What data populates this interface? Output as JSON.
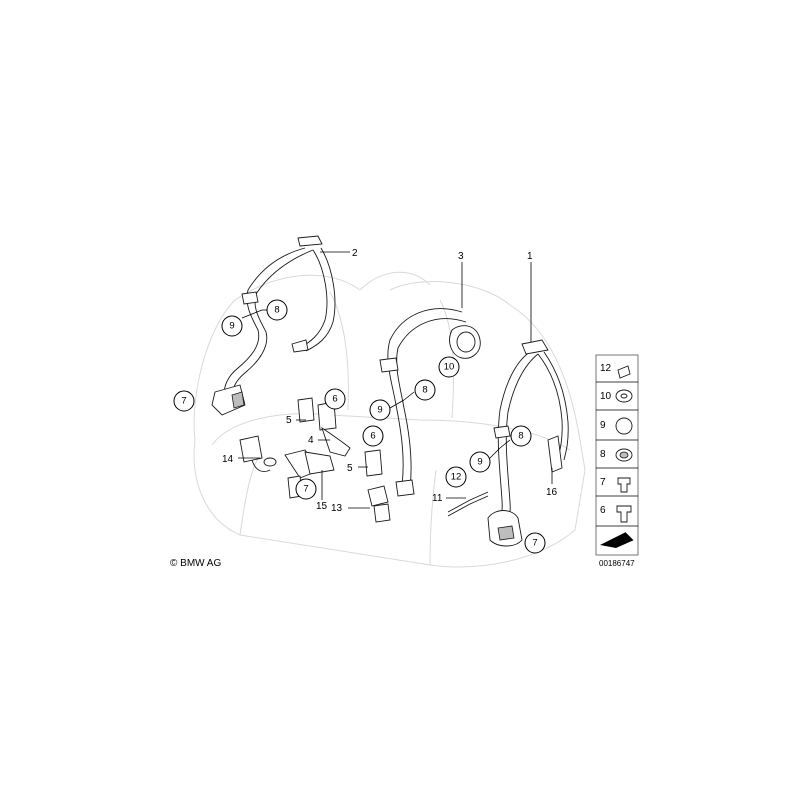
{
  "callouts": {
    "c1": "1",
    "c2": "2",
    "c3": "3",
    "c4": "4",
    "c5a": "5",
    "c5b": "5",
    "c6a": "6",
    "c6b": "6",
    "c7a": "7",
    "c7b": "7",
    "c7c": "7",
    "c8a": "8",
    "c8b": "8",
    "c8c": "8",
    "c9a": "9",
    "c9b": "9",
    "c9c": "9",
    "c10": "10",
    "c11": "11",
    "c12": "12",
    "c13": "13",
    "c14": "14",
    "c15": "15",
    "c16": "16"
  },
  "legend": {
    "items": [
      "12",
      "10",
      "9",
      "8",
      "7",
      "6"
    ]
  },
  "copyright": "© BMW AG",
  "diagram_number": "00186747"
}
